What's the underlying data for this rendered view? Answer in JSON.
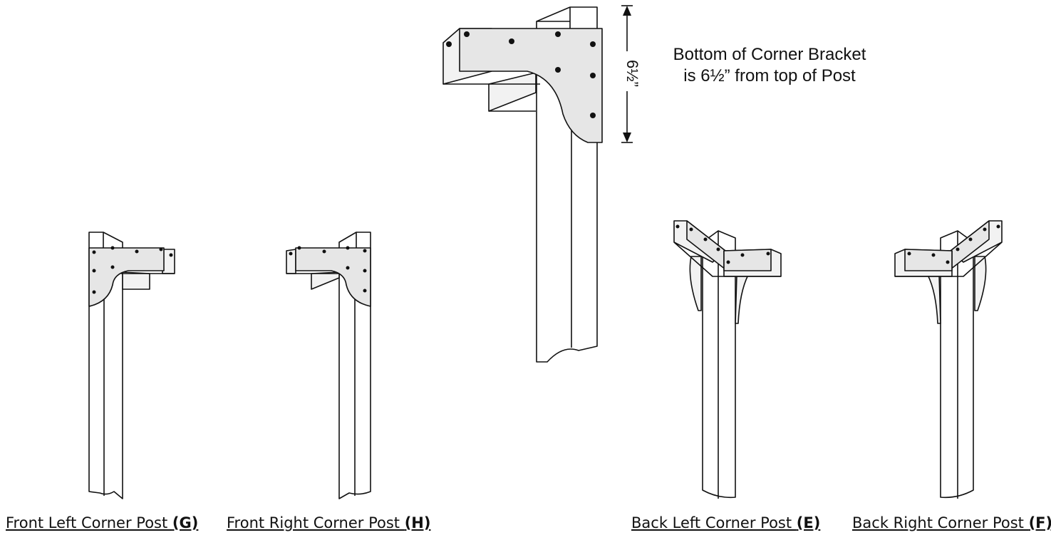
{
  "note": {
    "line1": "Bottom of Corner Bracket",
    "line2": "is 6½” from top of Post"
  },
  "dimension_label": "6½”",
  "captions": [
    {
      "text": "Front Left Corner Post ",
      "letter": "(G)"
    },
    {
      "text": "Front Right Corner Post ",
      "letter": "(H)"
    },
    {
      "text": "Back Left Corner Post ",
      "letter": "(E)"
    },
    {
      "text": "Back Right Corner Post ",
      "letter": "(F)"
    }
  ]
}
